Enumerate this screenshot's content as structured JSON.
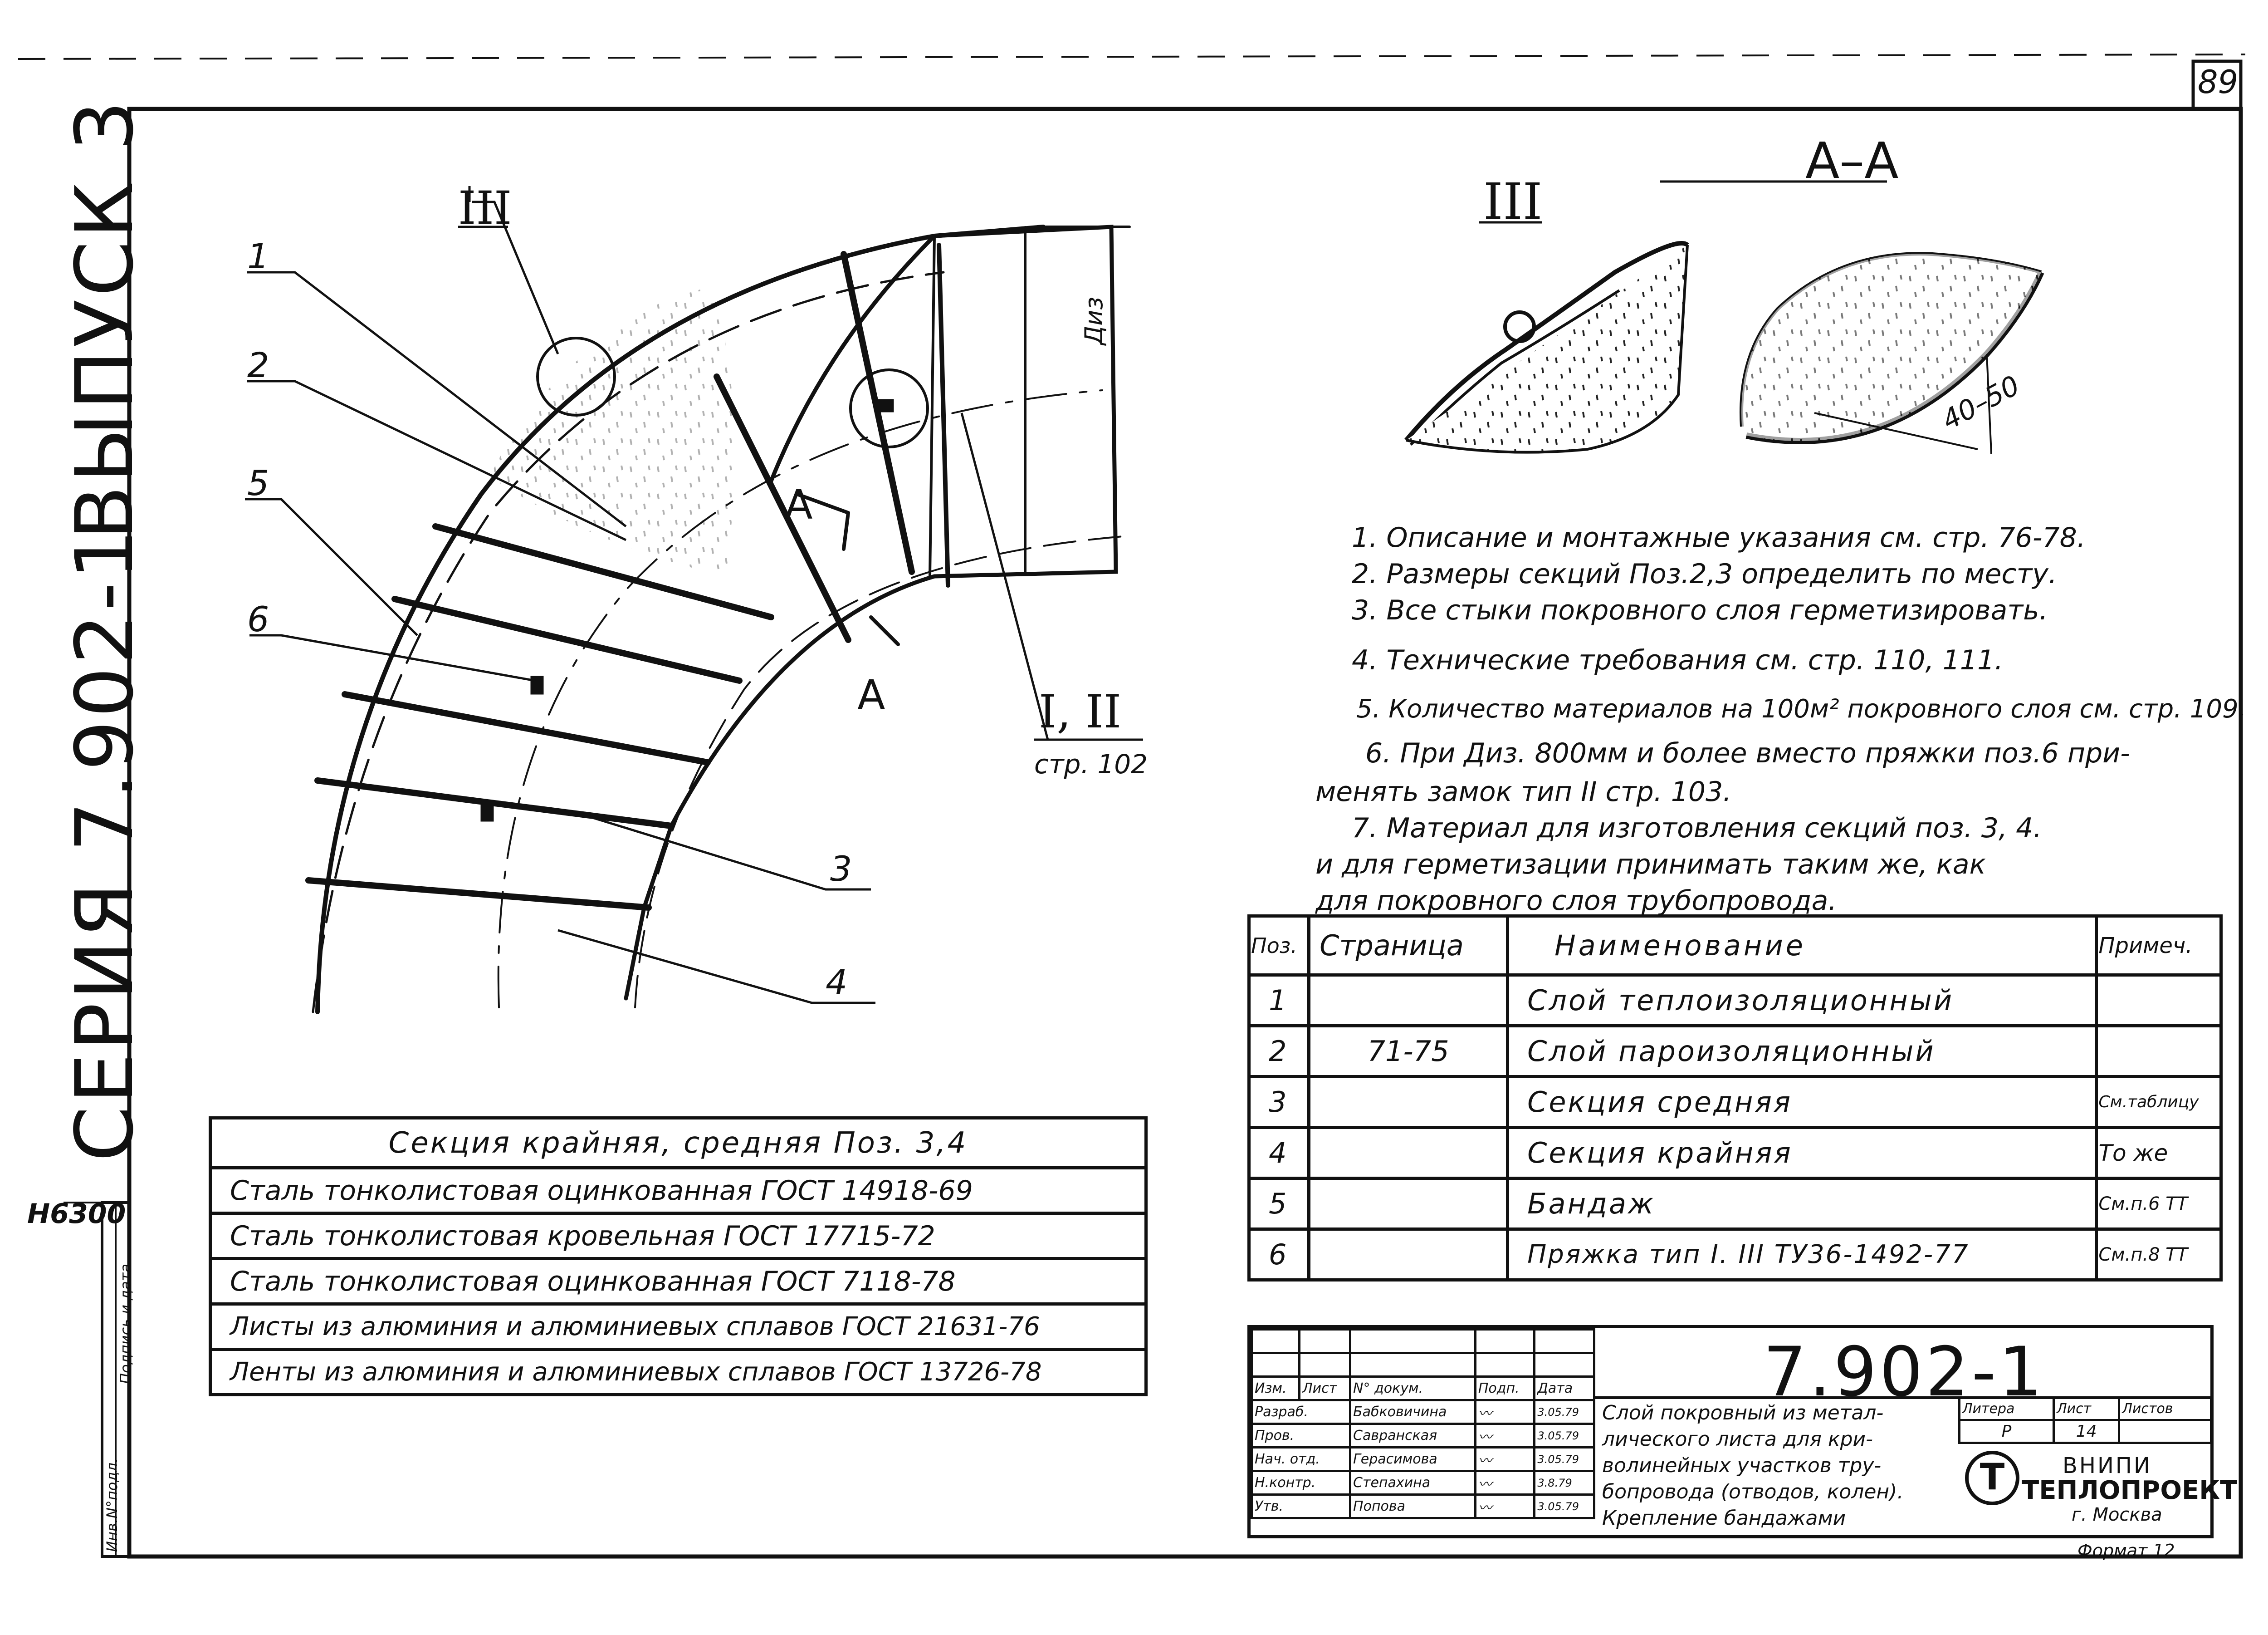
{
  "sheet": {
    "page_number": "89",
    "series_vertical": "СЕРИЯ 7.902-1",
    "issue_vertical": "ВЫПУСК 3",
    "inventory_number": "Н6300",
    "side_stamp_labels": [
      "Инв.N°подл.",
      "Подпись и дата"
    ],
    "format_label": "Формат 12"
  },
  "drawing": {
    "callouts": [
      {
        "id": "III",
        "text": "III"
      },
      {
        "id": "1",
        "text": "1"
      },
      {
        "id": "2",
        "text": "2"
      },
      {
        "id": "5",
        "text": "5"
      },
      {
        "id": "6",
        "text": "6"
      },
      {
        "id": "3",
        "text": "3"
      },
      {
        "id": "4",
        "text": "4"
      },
      {
        "id": "I_II",
        "text": "I, II"
      },
      {
        "id": "A_top",
        "text": "А"
      },
      {
        "id": "A_bottom",
        "text": "А"
      }
    ],
    "ref_page": "стр. 102",
    "diameter_label": "Диз",
    "detail_III_title": "III",
    "section_title": "А–А",
    "dimension_label": "40–50"
  },
  "notes": [
    "1. Описание и монтажные указания см. стр. 76-78.",
    "2. Размеры секций Поз.2,3 определить по месту.",
    "3. Все стыки покровного слоя герметизировать.",
    "4. Технические требования см. стр. 110, 111.",
    "5. Количество материалов на 100м² покровного слоя см. стр. 109.",
    "6. При Диз. 800мм и более вместо пряжки поз.6 при-",
    "менять замок тип II стр. 103.",
    "7. Материал для изготовления секций поз. 3, 4.",
    "и для герметизации принимать таким же, как",
    "для покровного слоя трубопровода."
  ],
  "spec_table": {
    "headers": [
      "Поз.",
      "Страница",
      "Наименование",
      "Примеч."
    ],
    "rows": [
      [
        "1",
        "",
        "Слой теплоизоляционный",
        ""
      ],
      [
        "2",
        "71-75",
        "Слой пароизоляционный",
        ""
      ],
      [
        "3",
        "",
        "Секция средняя",
        "См.таблицу"
      ],
      [
        "4",
        "",
        "Секция крайняя",
        "То же"
      ],
      [
        "5",
        "",
        "Бандаж",
        "См.п.6 ТТ"
      ],
      [
        "6",
        "",
        "Пряжка тип I. III ТУ36-1492-77",
        "См.п.8 ТТ"
      ]
    ]
  },
  "materials_table": {
    "title": "Секция крайняя, средняя   Поз. 3,4",
    "rows": [
      "Сталь тонколистовая оцинкованная ГОСТ 14918-69",
      "Сталь тонколистовая кровельная ГОСТ 17715-72",
      "Сталь тонколистовая оцинкованная ГОСТ 7118-78",
      "Листы из алюминия и алюминиевых сплавов ГОСТ 21631-76",
      "Ленты из алюминия и алюминиевых сплавов ГОСТ 13726-78"
    ]
  },
  "title_block": {
    "doc_number": "7.902-1",
    "column_headers": [
      "Изм.",
      "Лист",
      "N° докум.",
      "Подп.",
      "Дата"
    ],
    "people": [
      {
        "role": "Разраб.",
        "name": "Бабковичина",
        "date": "3.05.79"
      },
      {
        "role": "Пров.",
        "name": "Савранская",
        "date": "3.05.79"
      },
      {
        "role": "Нач. отд.",
        "name": "Герасимова",
        "date": "3.05.79"
      },
      {
        "role": "Н.контр.",
        "name": "Степахина",
        "date": "3.8.79"
      },
      {
        "role": "Утв.",
        "name": "Попова",
        "date": "3.05.79"
      }
    ],
    "description": [
      "Слой покровный из метал-",
      "лического листа для кри-",
      "волинейных участков тру-",
      "бопровода (отводов, колен).",
      "Крепление бандажами"
    ],
    "stage_headers": [
      "Литера",
      "Лист",
      "Листов"
    ],
    "stage_values": [
      "Р",
      "14",
      ""
    ],
    "org_line1": "ВНИПИ",
    "org_line2": "ТЕПЛОПРОЕКТ",
    "org_city": "г. Москва"
  }
}
